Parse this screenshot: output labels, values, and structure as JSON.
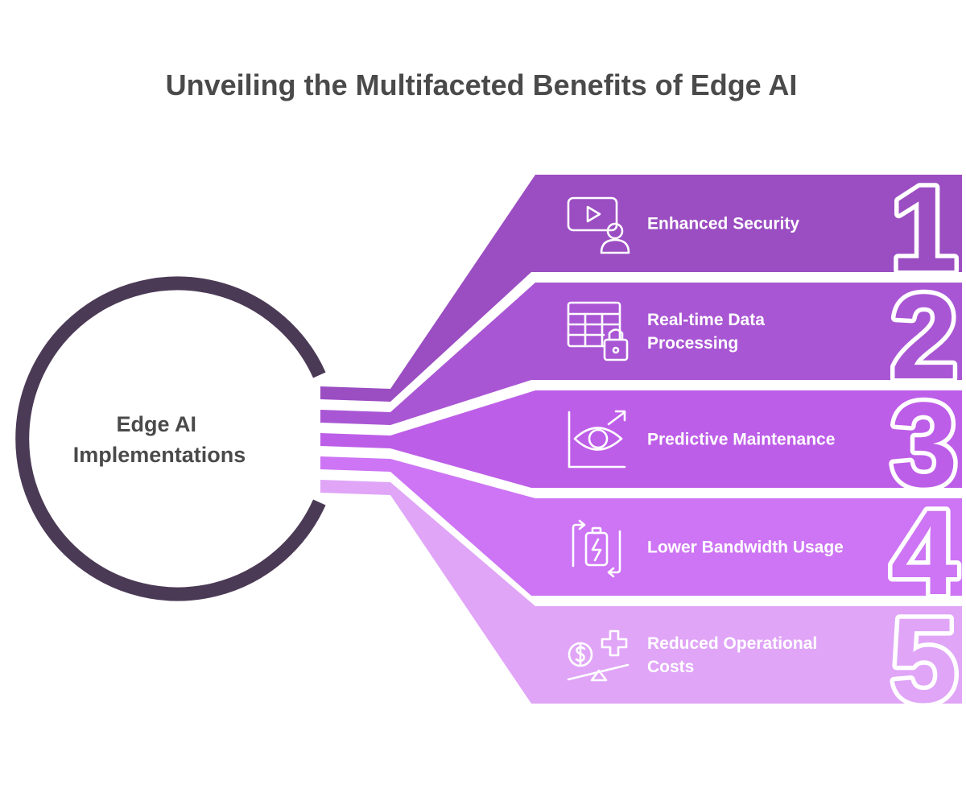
{
  "title": "Unveiling the Multifaceted Benefits of Edge AI",
  "center": {
    "lines": [
      "Edge AI",
      "Implementations"
    ],
    "ring_color": "#4b3a55"
  },
  "items": [
    {
      "number": "1",
      "label_lines": [
        "Enhanced Security"
      ],
      "icon": "video-user-icon",
      "color": "#9b4dc2"
    },
    {
      "number": "2",
      "label_lines": [
        "Real-time Data",
        "Processing"
      ],
      "icon": "table-lock-icon",
      "color": "#a956d4"
    },
    {
      "number": "3",
      "label_lines": [
        "Predictive Maintenance"
      ],
      "icon": "eye-chart-icon",
      "color": "#bd5ee8"
    },
    {
      "number": "4",
      "label_lines": [
        "Lower Bandwidth Usage"
      ],
      "icon": "battery-refresh-icon",
      "color": "#cd75f4"
    },
    {
      "number": "5",
      "label_lines": [
        "Reduced Operational",
        "Costs"
      ],
      "icon": "cost-balance-icon",
      "color": "#e0a5f7"
    }
  ]
}
